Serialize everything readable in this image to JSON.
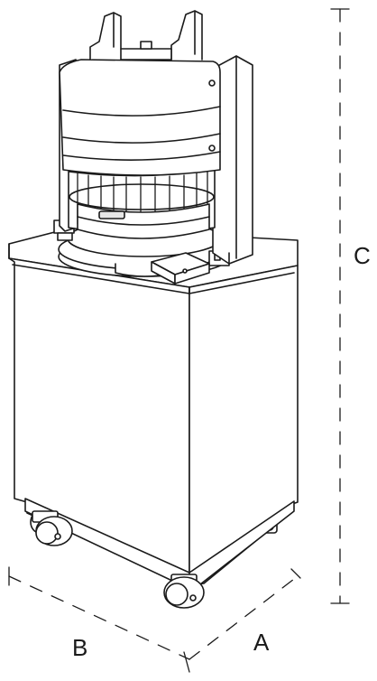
{
  "dimension_labels": {
    "width": "A",
    "depth": "B",
    "height": "C"
  },
  "colors": {
    "line": "#1a1a1a",
    "fill": "#ffffff",
    "shade": "#e6e6e6"
  }
}
